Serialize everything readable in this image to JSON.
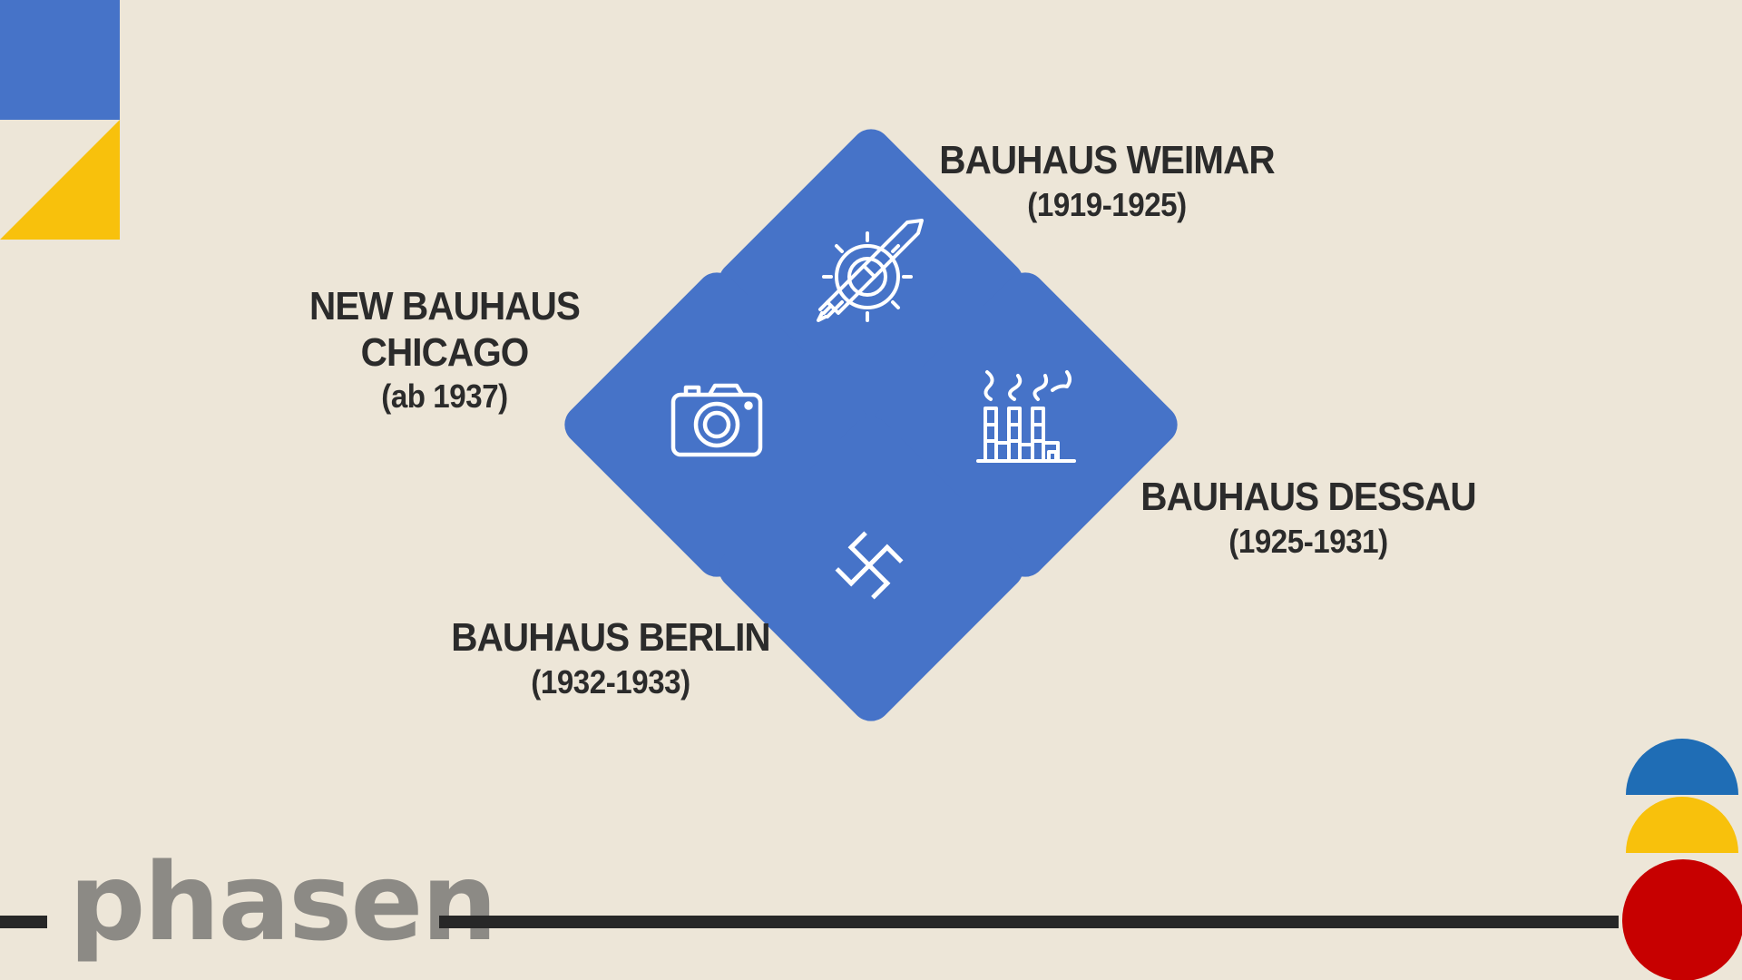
{
  "slide": {
    "footer_title": "phasen",
    "colors": {
      "background": "#ede6d8",
      "accent_blue": "#4673c8",
      "yellow": "#f8c10c",
      "deco_blue": "#1f6db5",
      "red": "#c70000",
      "text": "#2b2b2b",
      "footer_title": "#8c8a85"
    }
  },
  "phases": [
    {
      "name": "BAUHAUS WEIMAR",
      "years": "(1919-1925)",
      "icon": "gear-pencil-icon"
    },
    {
      "name": "NEW BAUHAUS CHICAGO",
      "years": "(ab 1937)",
      "icon": "camera-icon"
    },
    {
      "name": "BAUHAUS DESSAU",
      "years": "(1925-1931)",
      "icon": "factory-icon"
    },
    {
      "name": "BAUHAUS BERLIN",
      "years": "(1932-1933)",
      "icon": "swastika-icon"
    }
  ]
}
